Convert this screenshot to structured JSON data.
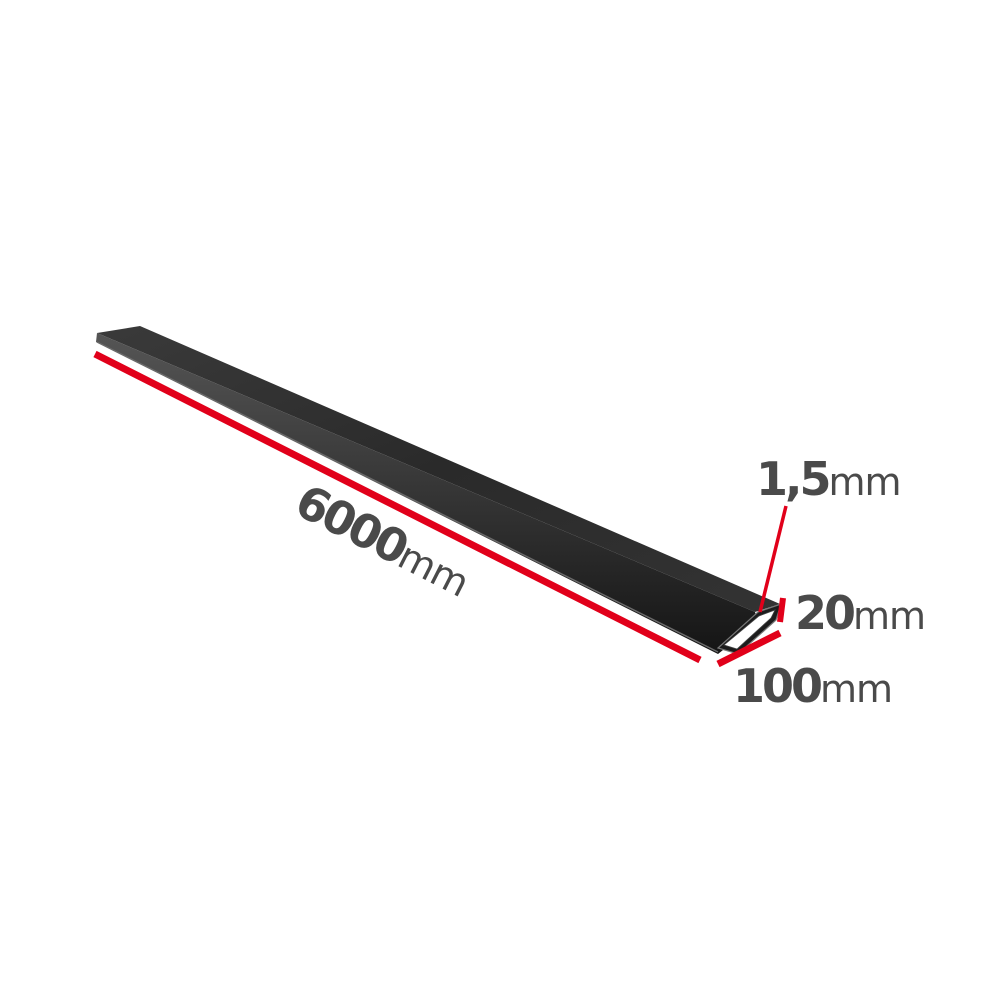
{
  "dimensions": {
    "length": {
      "value": "6000",
      "unit": "mm"
    },
    "thickness": {
      "value": "1,5",
      "unit": "mm"
    },
    "height": {
      "value": "20",
      "unit": "mm"
    },
    "width": {
      "value": "100",
      "unit": "mm"
    }
  },
  "colors": {
    "dimension_line": "#e1001a",
    "label_text": "#4a4a4a",
    "tube_top": "#2b2b2b",
    "tube_side": "#1a1a1a",
    "background": "#ffffff"
  }
}
